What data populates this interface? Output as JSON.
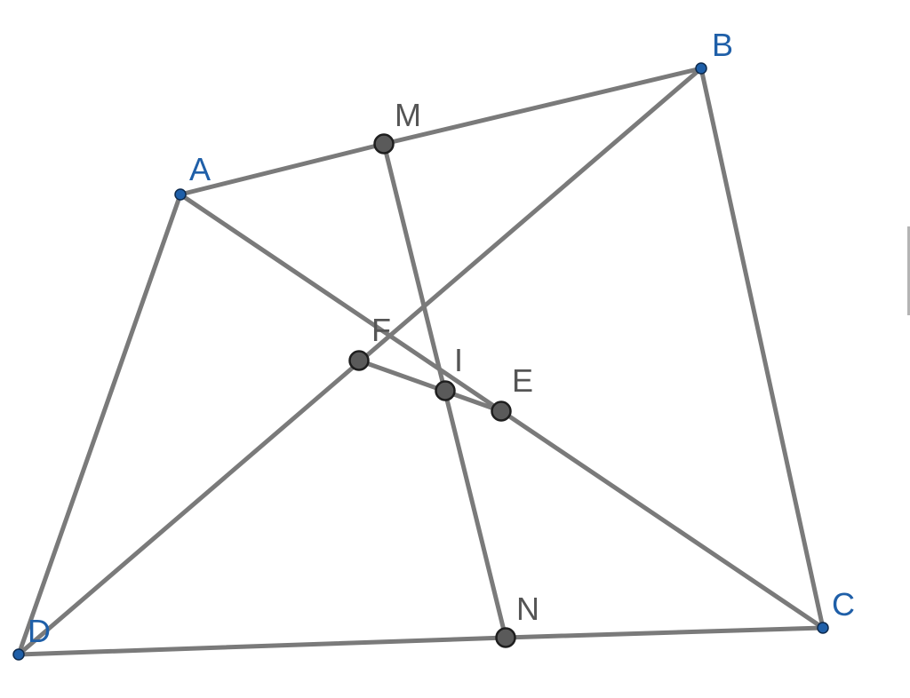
{
  "figure": {
    "points": [
      {
        "id": "A",
        "label": "A",
        "kind": "free"
      },
      {
        "id": "B",
        "label": "B",
        "kind": "free"
      },
      {
        "id": "C",
        "label": "C",
        "kind": "free"
      },
      {
        "id": "D",
        "label": "D",
        "kind": "free"
      },
      {
        "id": "M",
        "label": "M",
        "kind": "constructed"
      },
      {
        "id": "N",
        "label": "N",
        "kind": "constructed"
      },
      {
        "id": "E",
        "label": "E",
        "kind": "constructed"
      },
      {
        "id": "F",
        "label": "F",
        "kind": "constructed"
      },
      {
        "id": "I",
        "label": "I",
        "kind": "constructed"
      }
    ],
    "segments": [
      [
        "A",
        "M"
      ],
      [
        "M",
        "B"
      ],
      [
        "B",
        "C"
      ],
      [
        "D",
        "N"
      ],
      [
        "N",
        "C"
      ],
      [
        "A",
        "D"
      ],
      [
        "A",
        "C"
      ],
      [
        "B",
        "D"
      ],
      [
        "M",
        "N"
      ],
      [
        "F",
        "E"
      ]
    ]
  },
  "colors": {
    "free_point": "#1f5fa8",
    "constructed_point": "#5a5a5a",
    "segment": "#7a7a7a",
    "free_label": "#1f5fa8",
    "constructed_label": "#555555"
  }
}
